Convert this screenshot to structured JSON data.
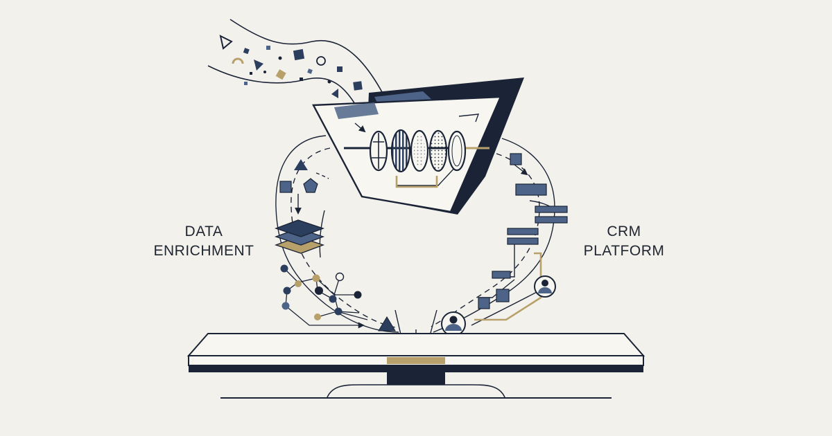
{
  "labels": {
    "left": {
      "line1": "DATA",
      "line2": "ENRICHMENT"
    },
    "right": {
      "line1": "CRM",
      "line2": "PLATFORM"
    }
  },
  "icons": [
    "funnel-icon",
    "filter-disc-icon",
    "layer-stack-icon",
    "network-node-icon",
    "triangle-icon",
    "user-avatar-icon",
    "record-bar-icon",
    "monitor-icon"
  ],
  "colors": {
    "background": "#f3f1ec",
    "ink": "#1b2436",
    "navy": "#2c3e5e",
    "slate": "#4d6488",
    "gold": "#b8a06a",
    "paper": "#f7f6f1"
  }
}
